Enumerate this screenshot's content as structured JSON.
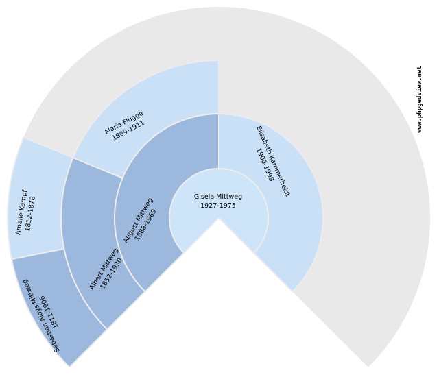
{
  "watermark": "www.phpgedview.net",
  "people": {
    "root": {
      "name": "Gisela Mittweg",
      "dates": "1927-1975"
    },
    "father": {
      "name": "August Mittweg",
      "dates": "1888-1969"
    },
    "mother": {
      "name": "Elisabeth Kammerheidt",
      "dates": "1900-1999"
    },
    "paternal_grandfather": {
      "name": "Albert Mittweg",
      "dates": "1852-1930"
    },
    "paternal_grandmother": {
      "name": "Maria Flügge",
      "dates": "1869-1911"
    },
    "paternal_great_grandfather": {
      "name": "Sebastian Aloys Mittweg",
      "dates": "1811-1906"
    },
    "paternal_great_grandmother": {
      "name": "Amalie Kampf",
      "dates": "1812-1878"
    }
  },
  "colors": {
    "male_segment": "#9cb8dc",
    "female_segment": "#c9e0f7",
    "center_segment": "#cde4f9",
    "empty_segment": "#e9e9e9",
    "separator": "#ececee",
    "background": "#ffffff",
    "text": "#000000"
  },
  "chart_data": {
    "type": "sunburst",
    "title": "",
    "layout": "fan chart, 270 degree span, gap at bottom, 4 generations, root at center",
    "legend_position": "none",
    "grid": false,
    "rings": [
      {
        "generation": 1,
        "segments": [
          {
            "label": "Gisela Mittweg 1927-1975",
            "role": "root",
            "color": "#cde4f9",
            "span_deg": 270
          }
        ]
      },
      {
        "generation": 2,
        "segments": [
          {
            "label": "August Mittweg 1888-1969",
            "role": "father",
            "color": "#9cb8dc",
            "span_deg": 135
          },
          {
            "label": "Elisabeth Kammerheidt 1900-1999",
            "role": "mother",
            "color": "#c9e0f7",
            "span_deg": 135
          }
        ]
      },
      {
        "generation": 3,
        "segments": [
          {
            "label": "Albert Mittweg 1852-1930",
            "role": "paternal grandfather",
            "color": "#9cb8dc",
            "span_deg": 67.5
          },
          {
            "label": "Maria Flügge 1869-1911",
            "role": "paternal grandmother",
            "color": "#c9e0f7",
            "span_deg": 67.5
          },
          {
            "label": "",
            "role": "unknown",
            "color": "#e9e9e9",
            "span_deg": 67.5
          },
          {
            "label": "",
            "role": "unknown",
            "color": "#e9e9e9",
            "span_deg": 67.5
          }
        ]
      },
      {
        "generation": 4,
        "segments": [
          {
            "label": "Sebastian Aloys Mittweg 1811-1906",
            "role": "paternal great-grandfather",
            "color": "#9cb8dc",
            "span_deg": 33.75
          },
          {
            "label": "Amalie Kampf 1812-1878",
            "role": "paternal great-grandmother",
            "color": "#c9e0f7",
            "span_deg": 33.75
          },
          {
            "label": "",
            "role": "unknown",
            "color": "#e9e9e9",
            "span_deg": 33.75
          },
          {
            "label": "",
            "role": "unknown",
            "color": "#e9e9e9",
            "span_deg": 33.75
          },
          {
            "label": "",
            "role": "unknown",
            "color": "#e9e9e9",
            "span_deg": 33.75
          },
          {
            "label": "",
            "role": "unknown",
            "color": "#e9e9e9",
            "span_deg": 33.75
          },
          {
            "label": "",
            "role": "unknown",
            "color": "#e9e9e9",
            "span_deg": 33.75
          },
          {
            "label": "",
            "role": "unknown",
            "color": "#e9e9e9",
            "span_deg": 33.75
          }
        ]
      }
    ]
  }
}
